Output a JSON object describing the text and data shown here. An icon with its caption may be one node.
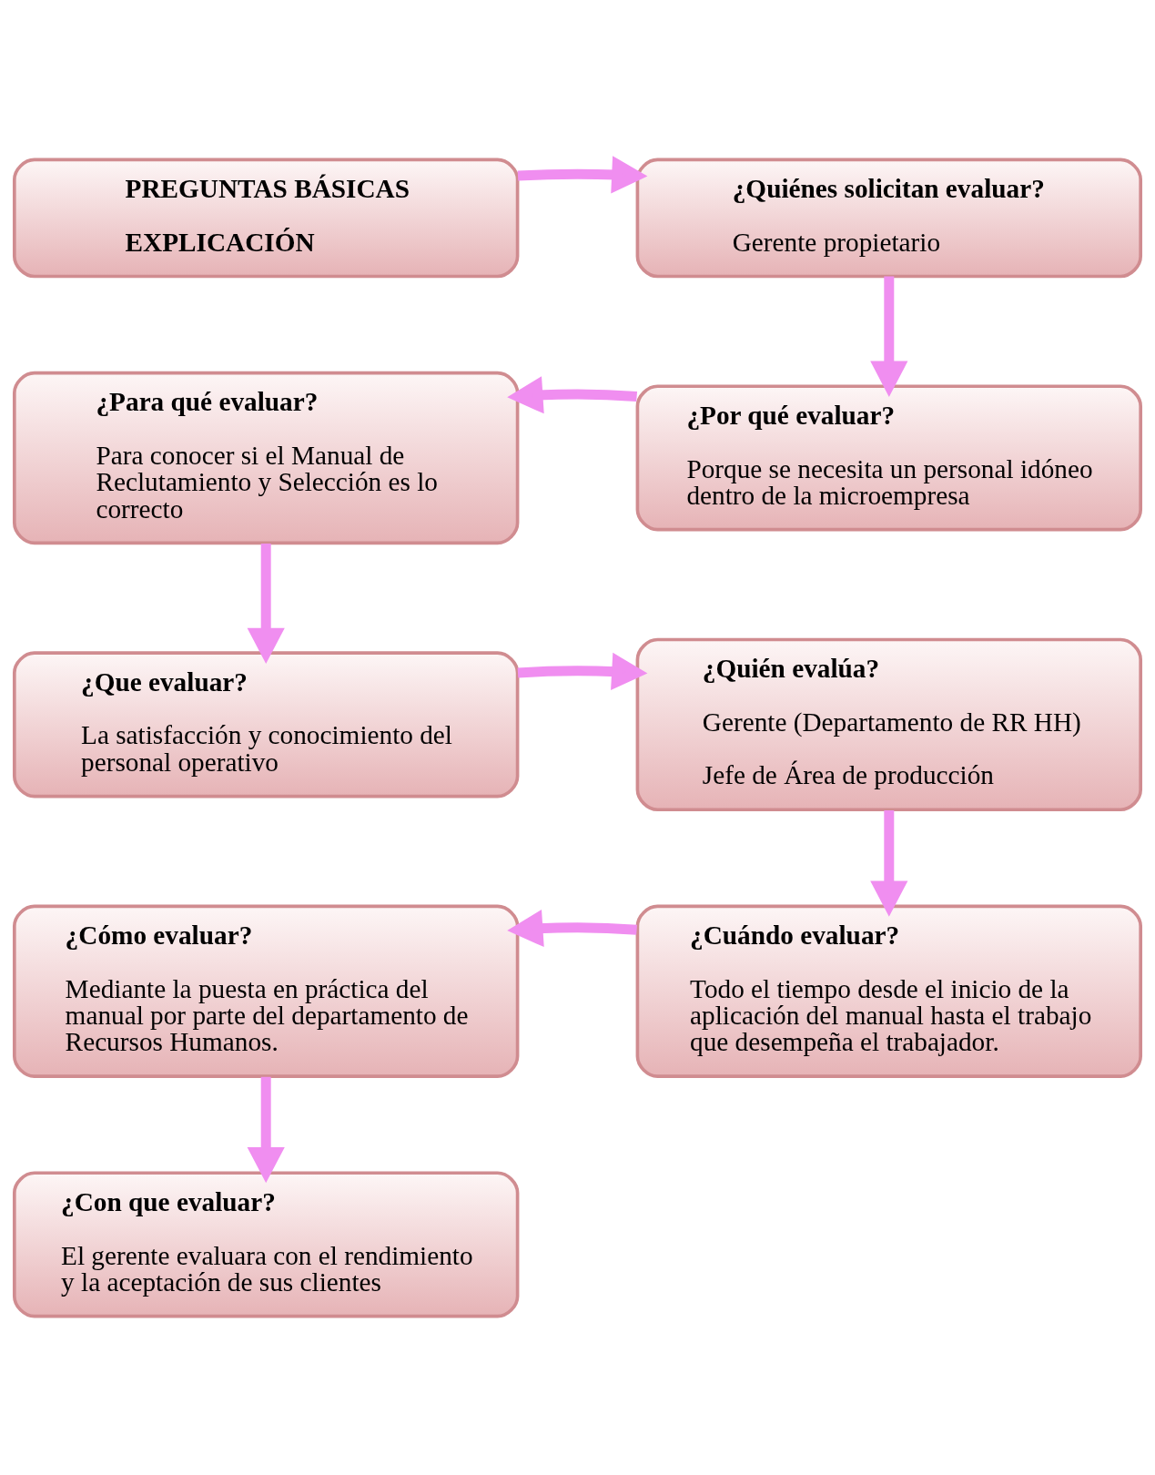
{
  "diagram": {
    "nodes": [
      {
        "text": [
          "PREGUNTAS BÁSICAS",
          "EXPLICACIÓN"
        ]
      },
      {
        "text": [
          "¿Quiénes solicitan evaluar?",
          "Gerente propietario"
        ]
      },
      {
        "text": [
          "¿Por qué evaluar?",
          "Porque se necesita un personal idóneo dentro de la microempresa"
        ]
      },
      {
        "text": [
          "¿Para qué evaluar?",
          "Para conocer si el Manual de Reclutamiento y Selección es lo correcto"
        ]
      },
      {
        "text": [
          "¿Que evaluar?",
          "La satisfacción y conocimiento del personal operativo"
        ]
      },
      {
        "text": [
          "¿Quién evalúa?",
          "Gerente (Departamento de RR HH)",
          "Jefe de Área de producción"
        ]
      },
      {
        "text": [
          "¿Cuándo evaluar?",
          "Todo el tiempo desde el inicio de la aplicación del manual hasta el trabajo que desempeña el trabajador."
        ]
      },
      {
        "text": [
          "¿Cómo evaluar?",
          "Mediante la puesta en práctica del manual por parte del departamento de Recursos Humanos."
        ]
      },
      {
        "text": [
          "¿Con que evaluar?",
          "El gerente evaluara con el rendimiento y la aceptación de sus clientes"
        ]
      }
    ],
    "edges": [
      {
        "from": 0,
        "to": 1,
        "arrow": "to"
      },
      {
        "from": 1,
        "to": 2,
        "arrow": "to"
      },
      {
        "from": 2,
        "to": 3,
        "arrow": "to"
      },
      {
        "from": 3,
        "to": 4,
        "arrow": "to"
      },
      {
        "from": 4,
        "to": 5,
        "arrow": "to"
      },
      {
        "from": 5,
        "to": 6,
        "arrow": "to"
      },
      {
        "from": 6,
        "to": 7,
        "arrow": "to"
      },
      {
        "from": 7,
        "to": 8,
        "arrow": "to"
      }
    ]
  }
}
